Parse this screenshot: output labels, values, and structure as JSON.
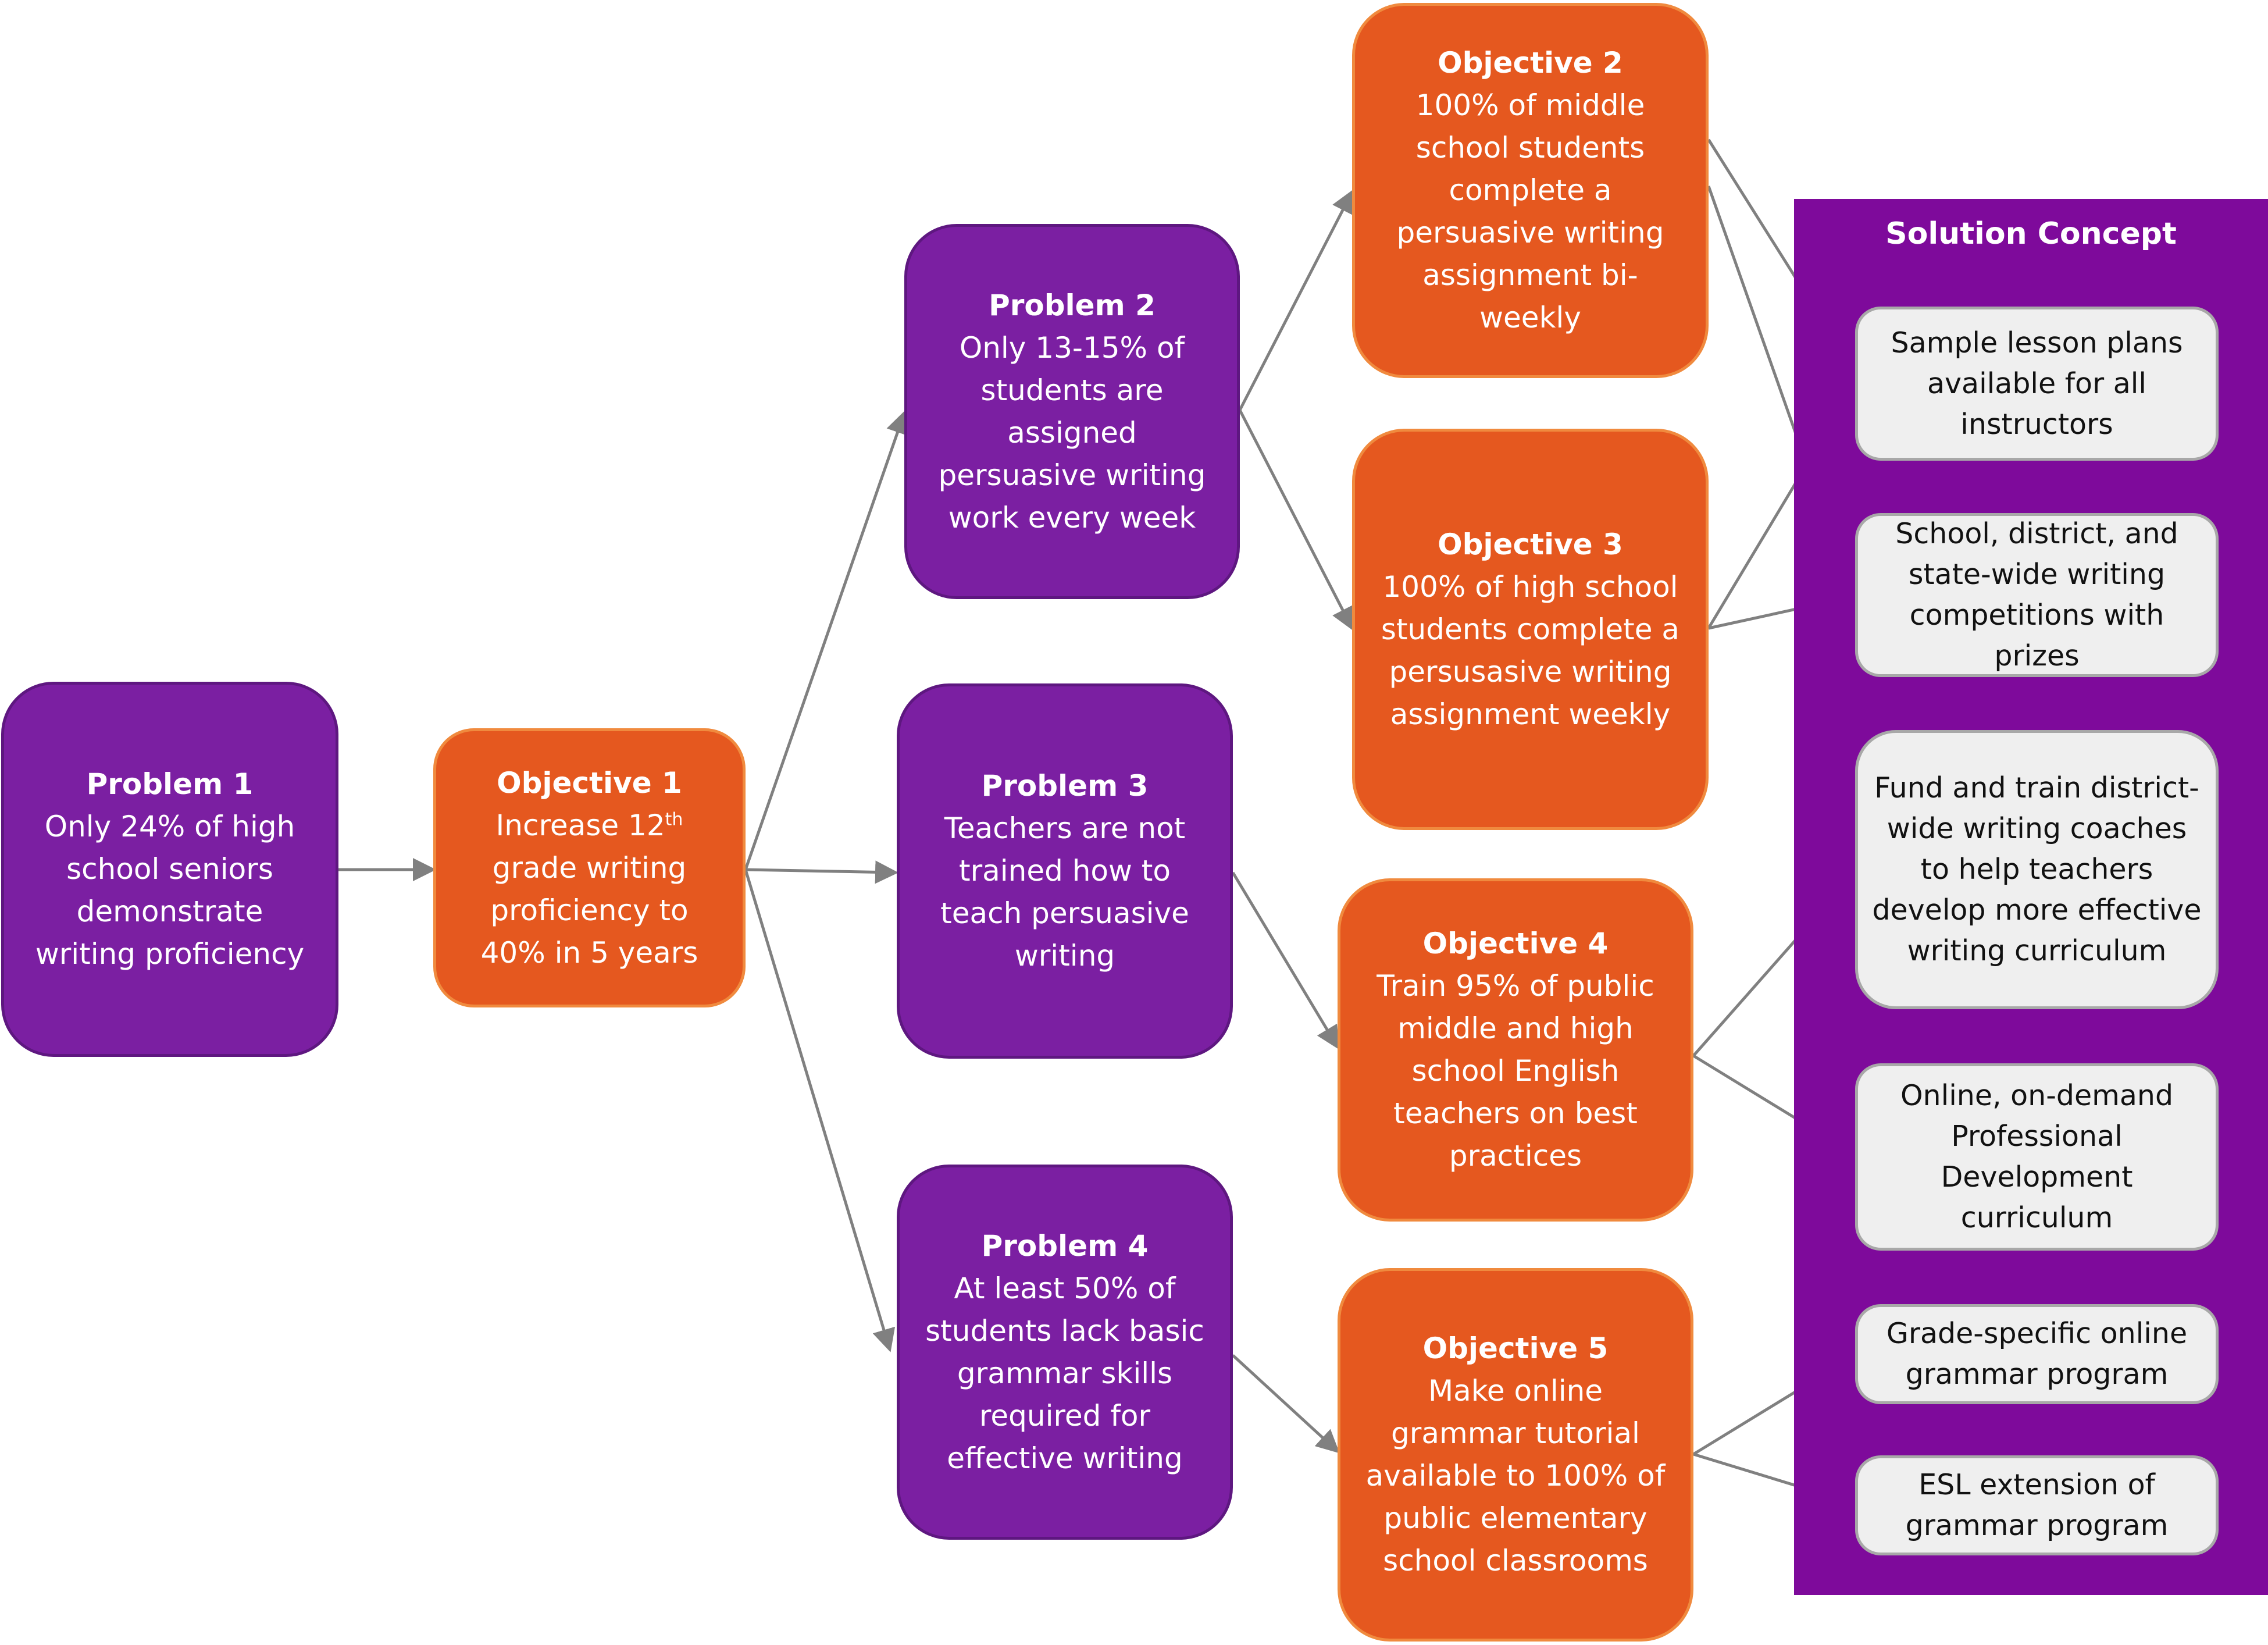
{
  "problems": [
    {
      "title": "Problem 1",
      "text": "Only 24% of high school seniors demonstrate writing proficiency"
    },
    {
      "title": "Problem 2",
      "text": "Only 13-15% of students are assigned persuasive writing work every week"
    },
    {
      "title": "Problem 3",
      "text": "Teachers are not trained how to teach persuasive writing"
    },
    {
      "title": "Problem 4",
      "text": "At least 50% of students lack basic grammar skills required for effective writing"
    }
  ],
  "objectives": [
    {
      "title": "Objective 1",
      "text_before": "Increase 12",
      "superscript": "th",
      "text_after": " grade writing proficiency to 40% in 5 years"
    },
    {
      "title": "Objective 2",
      "text": "100% of middle school students complete a persuasive writing assignment bi-weekly"
    },
    {
      "title": "Objective 3",
      "text": "100% of high school students complete a persusasive writing assignment weekly"
    },
    {
      "title": "Objective 4",
      "text": "Train 95% of public middle and high school English teachers on best practices"
    },
    {
      "title": "Objective 5",
      "text": "Make online grammar tutorial available to 100% of public elementary school classrooms"
    }
  ],
  "solution": {
    "title": "Solution Concept",
    "items": [
      "Sample lesson plans available for all instructors",
      "School, district, and state-wide writing competitions with prizes",
      "Fund and train district-wide writing coaches to help teachers develop more effective writing curriculum",
      "Online, on-demand Professional Development curriculum",
      "Grade-specific online grammar program",
      "ESL extension of grammar program"
    ]
  },
  "colors": {
    "problem": "#7b1fa2",
    "objective": "#e5581f",
    "solution_panel": "#7e0a9b",
    "solution_item": "#efefef",
    "arrow": "#808080"
  }
}
